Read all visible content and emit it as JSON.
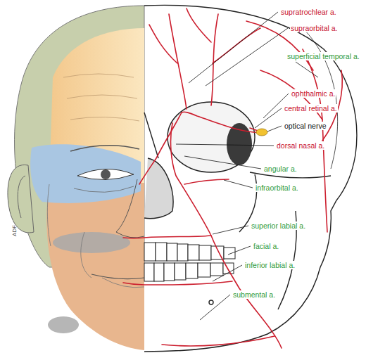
{
  "diagram": {
    "labels": [
      "supratrochlear a.",
      "supraorbital a.",
      "superficial temporal a.",
      "ophthalmic a.",
      "central retinal a.",
      "optical nerve",
      "dorsal nasal a.",
      "angular a.",
      "infraorbital a.",
      "superior labial a.",
      "facial a.",
      "inferior labial a.",
      "submental a.",
      "ADF"
    ]
  }
}
